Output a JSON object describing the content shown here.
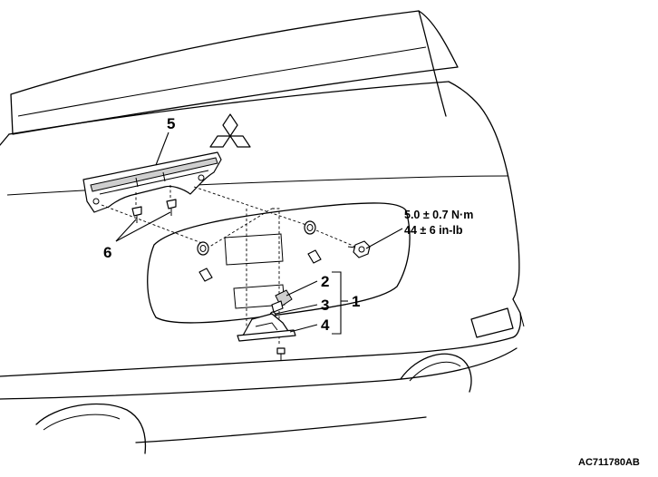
{
  "callouts": {
    "c1": "1",
    "c2": "2",
    "c3": "3",
    "c4": "4",
    "c5": "5",
    "c6": "6"
  },
  "torque": {
    "nm": "5.0 ± 0.7 N·m",
    "inlb": "44 ± 6 in-lb"
  },
  "figure_code": "AC711780AB"
}
